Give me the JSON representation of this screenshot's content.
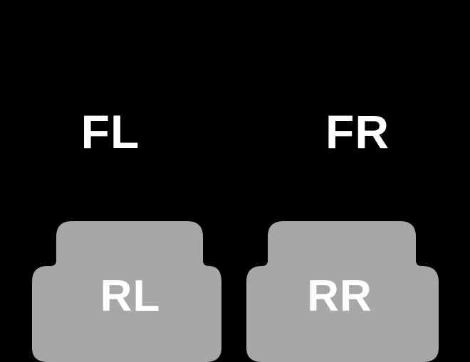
{
  "diagram": {
    "colors": {
      "background": "#000000",
      "mat": "#a7a7a7",
      "label": "#ffffff"
    },
    "labels": {
      "front_left": "FL",
      "front_right": "FR",
      "rear_left": "RL",
      "rear_right": "RR"
    }
  }
}
